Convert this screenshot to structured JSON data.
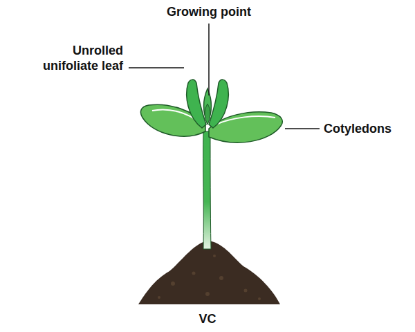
{
  "diagram": {
    "caption": "VC",
    "labels": [
      "Growing point",
      "Unrolled unifoliate leaf",
      "Cotyledons"
    ]
  }
}
